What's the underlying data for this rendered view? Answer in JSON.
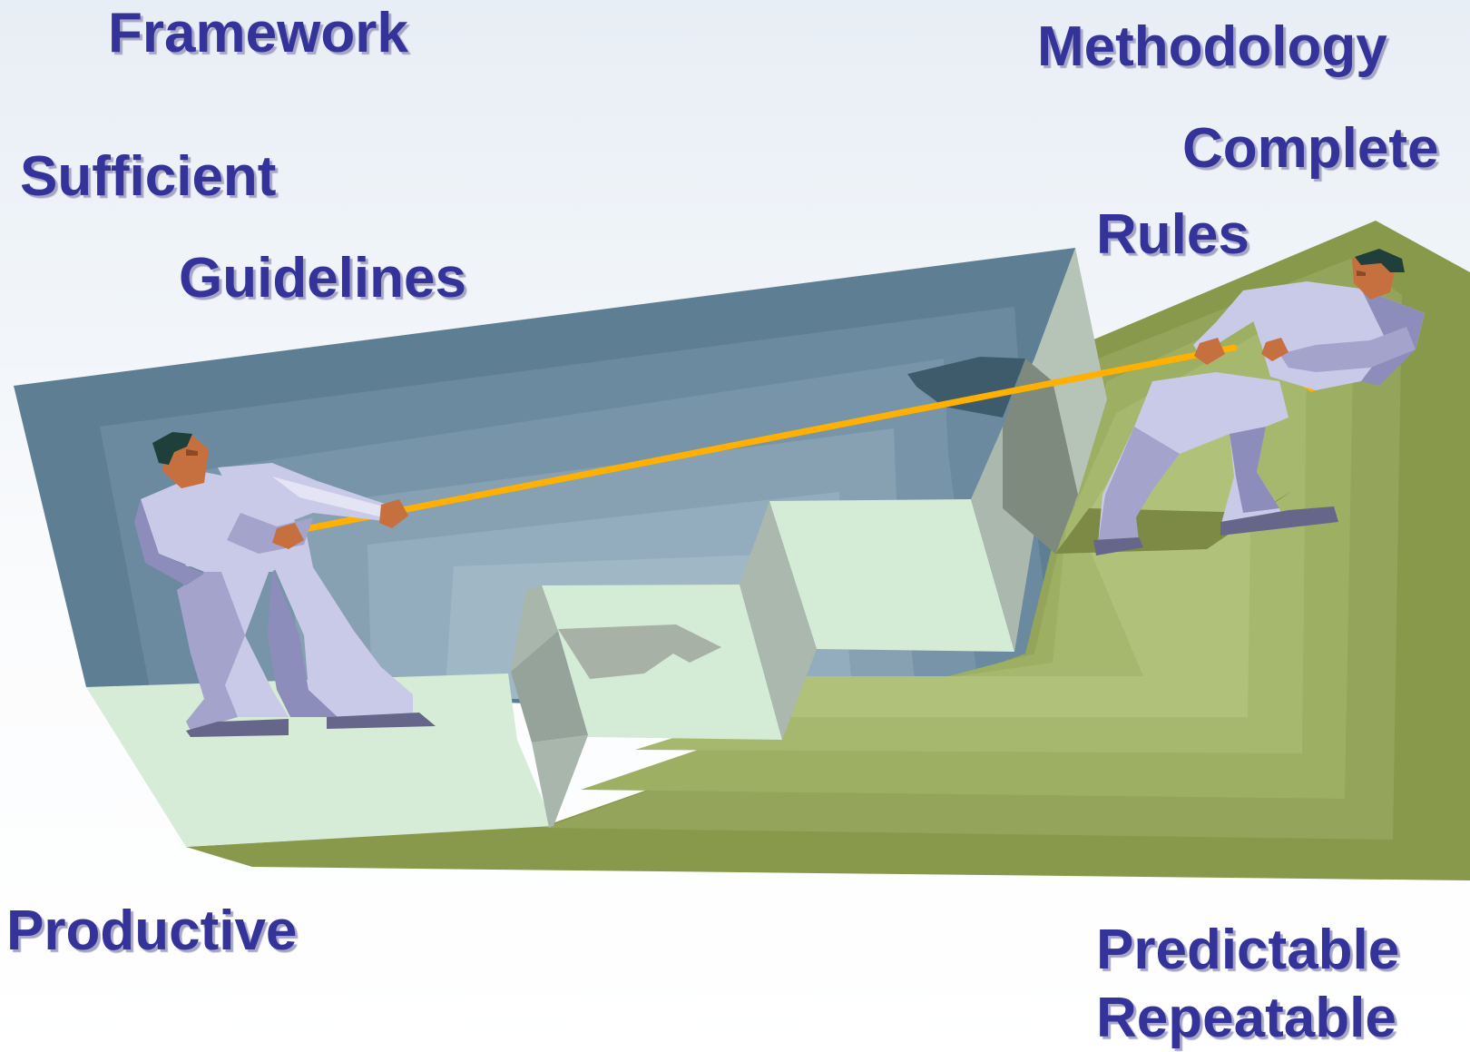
{
  "left_side": {
    "words": [
      "Framework",
      "Sufficient",
      "Guidelines",
      "Productive"
    ]
  },
  "right_side": {
    "words": [
      "Methodology",
      "Complete",
      "Rules",
      "Predictable",
      "Repeatable"
    ]
  },
  "colors": {
    "text": "#333399",
    "text_shadow": "#a6a6c4",
    "rope": "#ffb000",
    "suit": "#c9c9e8",
    "suit_shadow": "#66668a",
    "skin": "#c7703f",
    "hair": "#1f3f3a",
    "back_wall": "#5e7f93",
    "floor": "#d6ecd7",
    "green_slope": "#88994c",
    "steps_side": "#a8b6ab"
  },
  "illustration": {
    "figures": [
      "person-left-pulling",
      "person-right-pulling"
    ],
    "objects": [
      "rope",
      "stair-steps",
      "back-wall",
      "green-slope"
    ]
  }
}
